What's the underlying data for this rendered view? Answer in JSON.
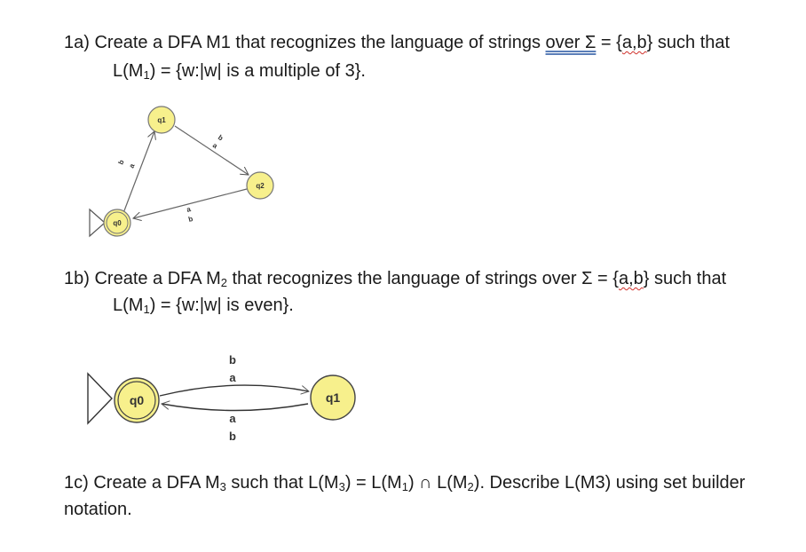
{
  "q1a": {
    "line1_prefix": "1a) Create a DFA M1 that recognizes the language of strings ",
    "line1_over": "over  Σ",
    "line1_eq": " = {",
    "line1_ab": "a,b",
    "line1_suffix": "} such that",
    "line2_a": "L(M",
    "line2_sub": "1",
    "line2_b": ") = {w:|w| is a multiple of 3}."
  },
  "q1b": {
    "line1_a": "1b) Create a DFA M",
    "line1_sub": "2",
    "line1_b": " that recognizes the language of strings over Σ = {",
    "line1_ab": "a,b",
    "line1_suffix": "} such that",
    "line2_a": "L(M",
    "line2_sub": "1",
    "line2_b": ") = {w:|w| is even}."
  },
  "q1c": {
    "line1_a": "1c) Create a DFA M",
    "line1_sub1": "3",
    "line1_b": " such that L(M",
    "line1_sub2": "3",
    "line1_c": ") = L(M",
    "line1_sub3": "1",
    "line1_d": ") ∩ L(M",
    "line1_sub4": "2",
    "line1_e": "). Describe L(M3) using set builder",
    "line2": "notation."
  },
  "diagram1": {
    "states": [
      "q0",
      "q1",
      "q2"
    ],
    "edge_q0_q1": [
      "b",
      "a"
    ],
    "edge_q1_q2": [
      "b",
      "a"
    ],
    "edge_q2_q0": [
      "a",
      "b"
    ]
  },
  "diagram2": {
    "states": [
      "q0",
      "q1"
    ],
    "edge_top": [
      "b",
      "a"
    ],
    "edge_bottom": [
      "a",
      "b"
    ]
  },
  "colors": {
    "state_fill": "#f7f08c",
    "state_stroke": "#555555",
    "text": "#1a1a1a"
  }
}
